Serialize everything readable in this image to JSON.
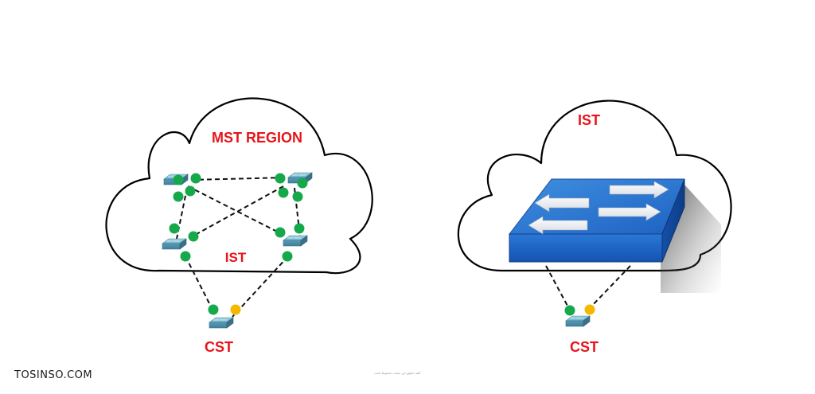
{
  "diagram": {
    "left_cloud": {
      "title": "MST REGION",
      "inner_label": "IST",
      "bottom_label": "CST",
      "switches": [
        "switch-top-left",
        "switch-top-right",
        "switch-bottom-left",
        "switch-bottom-right",
        "switch-cst"
      ]
    },
    "right_cloud": {
      "title": "IST",
      "bottom_label": "CST",
      "switch_icon": "large-switch-icon"
    },
    "port_colors": {
      "forwarding": "#15a94c",
      "blocking": "#f5b800"
    },
    "label_color": "#e8141a",
    "link_style": "dashed"
  },
  "footer": {
    "brand": "TOSINSO.COM",
    "note": "کلیه حقوق این سایت محفوظ است"
  }
}
